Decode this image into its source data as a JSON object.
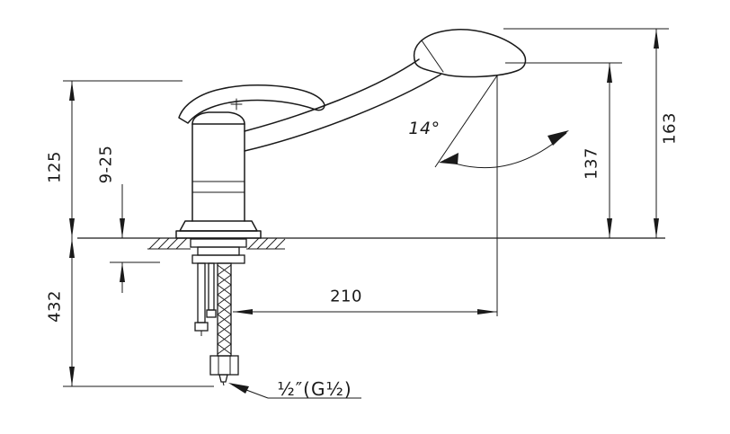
{
  "drawing": {
    "colors": {
      "line": "#1a1a1a",
      "background": "#ffffff"
    },
    "labels": {
      "height_125": "125",
      "deck_range_9_25": "9-25",
      "below_counter_432": "432",
      "reach_210": "210",
      "outlet_height_137": "137",
      "total_height_163": "163",
      "spray_angle_14": "14°",
      "connection_thread": "½″(G½)"
    }
  }
}
